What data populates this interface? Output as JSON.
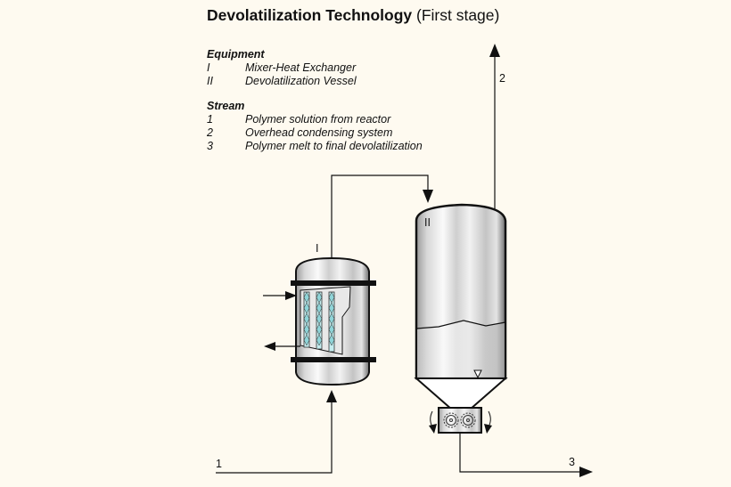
{
  "title": {
    "main": "Devolatilization Technology",
    "sub": "(First stage)"
  },
  "legend": {
    "equipment_heading": "Equipment",
    "equipment": [
      {
        "code": "I",
        "name": "Mixer-Heat Exchanger"
      },
      {
        "code": "II",
        "name": "Devolatilization Vessel"
      }
    ],
    "stream_heading": "Stream",
    "streams": [
      {
        "code": "1",
        "name": "Polymer solution from reactor"
      },
      {
        "code": "2",
        "name": "Overhead condensing system"
      },
      {
        "code": "3",
        "name": "Polymer melt to final devolatilization"
      }
    ]
  },
  "diagram": {
    "equipment_labels": {
      "mixer": "I",
      "vessel": "II"
    },
    "stream_labels": {
      "s1": "1",
      "s2": "2",
      "s3": "3"
    },
    "colors": {
      "background": "#fefaf0",
      "line": "#111111",
      "metal_light": "#f4f4f4",
      "metal_dark": "#8a8a8a",
      "packing_accent": "#8fd4d8"
    }
  }
}
